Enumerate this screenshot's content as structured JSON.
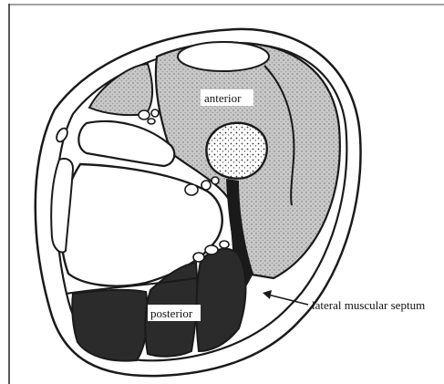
{
  "labels": {
    "anterior": "anterior",
    "posterior": "posterior",
    "septum": "lateral muscular septum"
  },
  "colors": {
    "line": "#1a1a1a",
    "stipple": "#b8b8b8",
    "posterior_fill": "#2b2b2b",
    "paper": "#ffffff"
  }
}
